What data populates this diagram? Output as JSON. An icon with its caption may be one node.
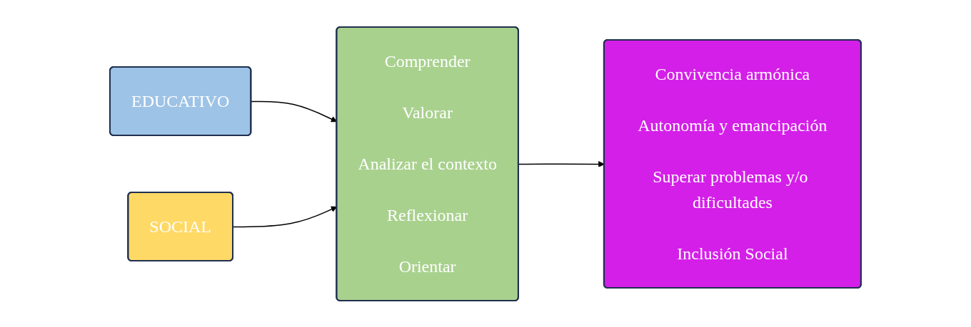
{
  "diagram": {
    "nodes": [
      {
        "text": [
          "EDUCATIVO"
        ]
      },
      {
        "text": [
          "SOCIAL"
        ]
      },
      {
        "text": [
          "Comprender",
          "Valorar",
          "Analizar el contexto",
          "Reflexionar",
          "Orientar"
        ]
      },
      {
        "text": [
          "Convivencia armónica",
          "Autonomía y emancipación",
          "Superar problemas y/o dificultades",
          "Inclusión Social"
        ]
      }
    ],
    "edges": [
      {
        "from": 0,
        "to": 2,
        "arrow": "to"
      },
      {
        "from": 1,
        "to": 2,
        "arrow": "to"
      },
      {
        "from": 2,
        "to": 3,
        "arrow": "to"
      }
    ]
  }
}
